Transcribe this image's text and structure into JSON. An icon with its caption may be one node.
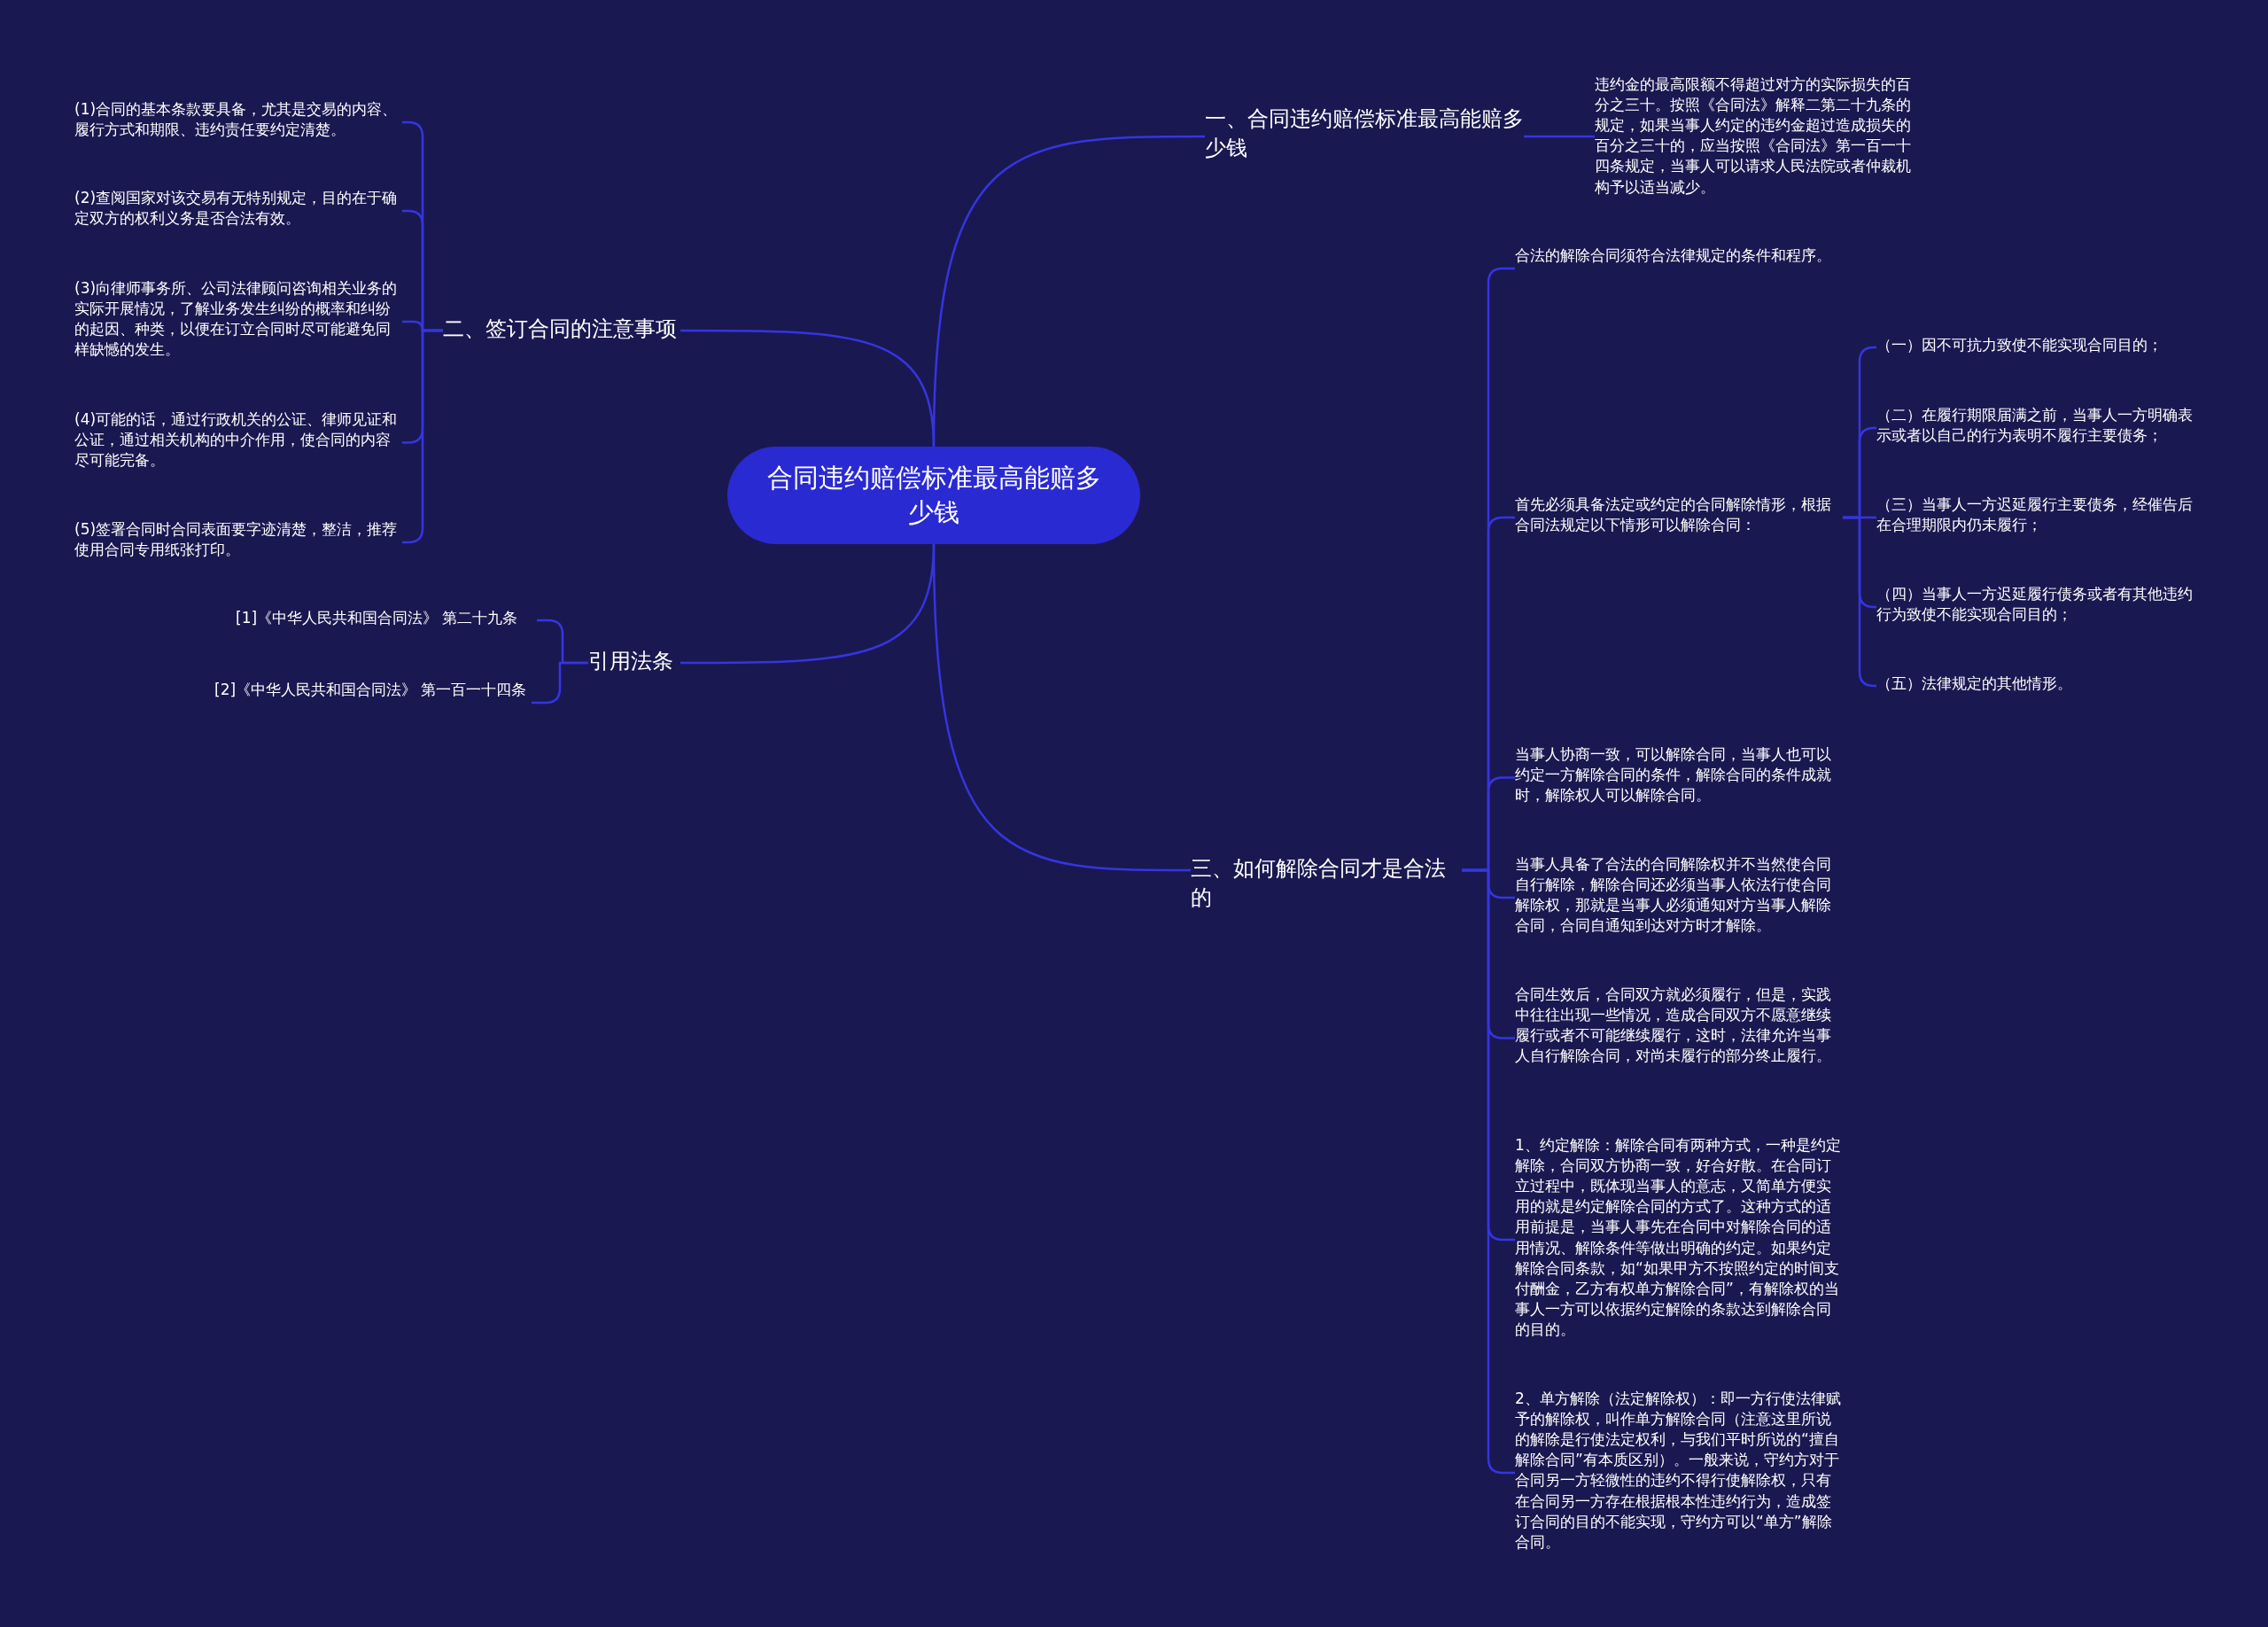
{
  "diagram": {
    "nodes": [
      {
        "text": [
          "合同违约赔偿标准最高能赔多少钱"
        ]
      },
      {
        "text": [
          "一、合同违约赔偿标准最高能赔多少钱"
        ]
      },
      {
        "text": [
          "违约金的最高限额不得超过对方的实际损失的百分之三十。按照《合同法》解释二第二十九条的规定，如果当事人约定的违约金超过造成损失的百分之三十的，应当按照《合同法》第一百一十四条规定，当事人可以请求人民法院或者仲裁机构予以适当减少。"
        ]
      },
      {
        "text": [
          "二、签订合同的注意事项"
        ]
      },
      {
        "text": [
          "(1)合同的基本条款要具备，尤其是交易的内容、履行方式和期限、违约责任要约定清楚。"
        ]
      },
      {
        "text": [
          "(2)查阅国家对该交易有无特别规定，目的在于确定双方的权利义务是否合法有效。"
        ]
      },
      {
        "text": [
          "(3)向律师事务所、公司法律顾问咨询相关业务的实际开展情况，了解业务发生纠纷的概率和纠纷的起因、种类，以便在订立合同时尽可能避免同样缺憾的发生。"
        ]
      },
      {
        "text": [
          "(4)可能的话，通过行政机关的公证、律师见证和公证，通过相关机构的中介作用，使合同的内容尽可能完备。"
        ]
      },
      {
        "text": [
          "(5)签署合同时合同表面要字迹清楚，整洁，推荐使用合同专用纸张打印。"
        ]
      },
      {
        "text": [
          "引用法条"
        ]
      },
      {
        "text": [
          "[1]《中华人民共和国合同法》 第二十九条"
        ]
      },
      {
        "text": [
          "[2]《中华人民共和国合同法》 第一百一十四条"
        ]
      },
      {
        "text": [
          "三、如何解除合同才是合法的"
        ]
      },
      {
        "text": [
          "合法的解除合同须符合法律规定的条件和程序。"
        ]
      },
      {
        "text": [
          "首先必须具备法定或约定的合同解除情形，根据合同法规定以下情形可以解除合同："
        ]
      },
      {
        "text": [
          "（一）因不可抗力致使不能实现合同目的；"
        ]
      },
      {
        "text": [
          "（二）在履行期限届满之前，当事人一方明确表示或者以自己的行为表明不履行主要债务；"
        ]
      },
      {
        "text": [
          "（三）当事人一方迟延履行主要债务，经催告后在合理期限内仍未履行；"
        ]
      },
      {
        "text": [
          "（四）当事人一方迟延履行债务或者有其他违约行为致使不能实现合同目的；"
        ]
      },
      {
        "text": [
          "（五）法律规定的其他情形。"
        ]
      },
      {
        "text": [
          "当事人协商一致，可以解除合同，当事人也可以约定一方解除合同的条件，解除合同的条件成就时，解除权人可以解除合同。"
        ]
      },
      {
        "text": [
          "当事人具备了合法的合同解除权并不当然使合同自行解除，解除合同还必须当事人依法行使合同解除权，那就是当事人必须通知对方当事人解除合同，合同自通知到达对方时才解除。"
        ]
      },
      {
        "text": [
          "合同生效后，合同双方就必须履行，但是，实践中往往出现一些情况，造成合同双方不愿意继续履行或者不可能继续履行，这时，法律允许当事人自行解除合同，对尚未履行的部分终止履行。"
        ]
      },
      {
        "text": [
          "1、约定解除：解除合同有两种方式，一种是约定解除，合同双方协商一致，好合好散。在合同订立过程中，既体现当事人的意志，又简单方便实用的就是约定解除合同的方式了。这种方式的适用前提是，当事人事先在合同中对解除合同的适用情况、解除条件等做出明确的约定。如果约定解除合同条款，如“如果甲方不按照约定的时间支付酬金，乙方有权单方解除合同”，有解除权的当事人一方可以依据约定解除的条款达到解除合同的目的。"
        ]
      },
      {
        "text": [
          "2、单方解除（法定解除权）：即一方行使法律赋予的解除权，叫作单方解除合同（注意这里所说的解除是行使法定权利，与我们平时所说的“擅自解除合同”有本质区别）。一般来说，守约方对于合同另一方轻微性的违约不得行使解除权，只有在合同另一方存在根据根本性违约行为，造成签订合同的目的不能实现，守约方可以“单方”解除合同。"
        ]
      }
    ],
    "edges": [
      {
        "from": 0,
        "to": 1,
        "arrow": "none"
      },
      {
        "from": 1,
        "to": 2,
        "arrow": "none"
      },
      {
        "from": 0,
        "to": 3,
        "arrow": "none"
      },
      {
        "from": 3,
        "to": 4,
        "arrow": "none"
      },
      {
        "from": 3,
        "to": 5,
        "arrow": "none"
      },
      {
        "from": 3,
        "to": 6,
        "arrow": "none"
      },
      {
        "from": 3,
        "to": 7,
        "arrow": "none"
      },
      {
        "from": 3,
        "to": 8,
        "arrow": "none"
      },
      {
        "from": 0,
        "to": 9,
        "arrow": "none"
      },
      {
        "from": 9,
        "to": 10,
        "arrow": "none"
      },
      {
        "from": 9,
        "to": 11,
        "arrow": "none"
      },
      {
        "from": 0,
        "to": 12,
        "arrow": "none"
      },
      {
        "from": 12,
        "to": 13,
        "arrow": "none"
      },
      {
        "from": 12,
        "to": 14,
        "arrow": "none"
      },
      {
        "from": 14,
        "to": 15,
        "arrow": "none"
      },
      {
        "from": 14,
        "to": 16,
        "arrow": "none"
      },
      {
        "from": 14,
        "to": 17,
        "arrow": "none"
      },
      {
        "from": 14,
        "to": 18,
        "arrow": "none"
      },
      {
        "from": 14,
        "to": 19,
        "arrow": "none"
      },
      {
        "from": 12,
        "to": 20,
        "arrow": "none"
      },
      {
        "from": 12,
        "to": 21,
        "arrow": "none"
      },
      {
        "from": 12,
        "to": 22,
        "arrow": "none"
      },
      {
        "from": 12,
        "to": 23,
        "arrow": "none"
      },
      {
        "from": 12,
        "to": 24,
        "arrow": "none"
      }
    ]
  }
}
